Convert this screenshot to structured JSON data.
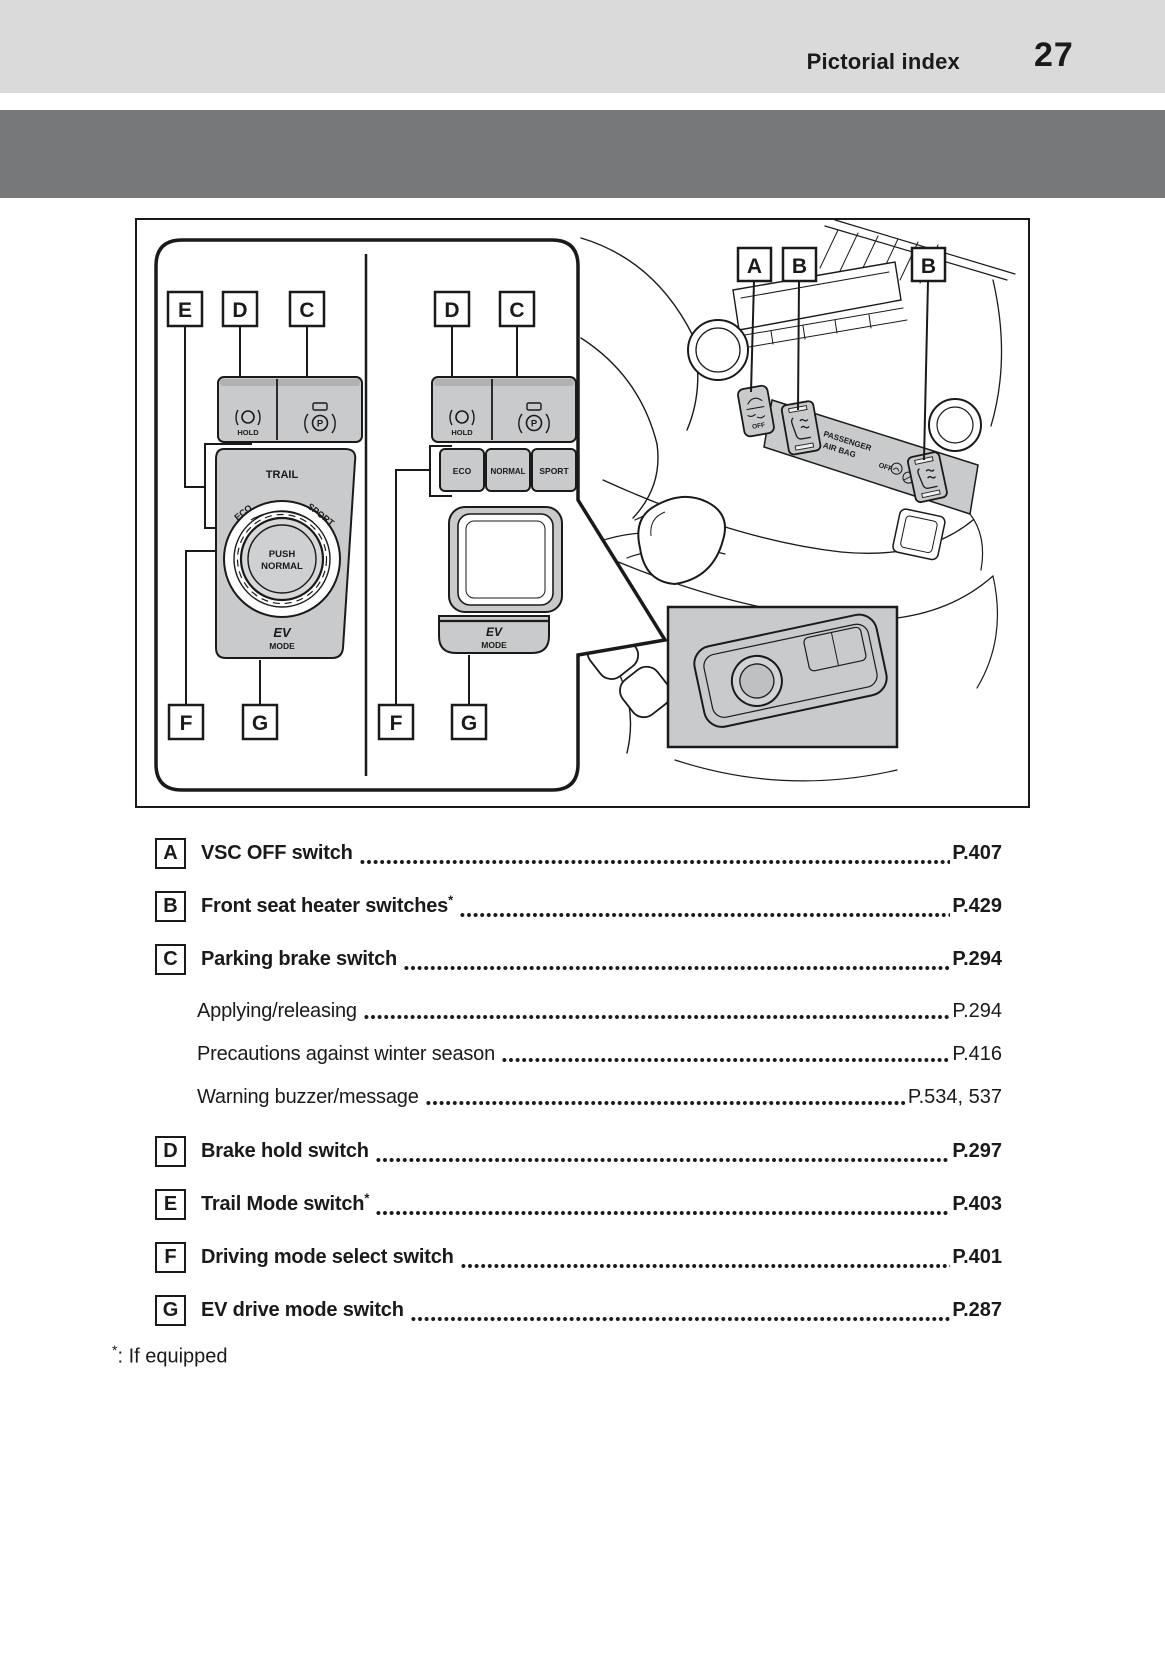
{
  "header": {
    "title": "Pictorial index",
    "page_number": "27"
  },
  "diagram": {
    "letters": {
      "A": "A",
      "B": "B",
      "C": "C",
      "D": "D",
      "E": "E",
      "F": "F",
      "G": "G"
    },
    "texts": {
      "hold": "HOLD",
      "trail": "TRAIL",
      "eco": "ECO",
      "normal": "NORMAL",
      "sport": "SPORT",
      "push": "PUSH",
      "push2": "NORMAL",
      "ev": "EV",
      "mode": "MODE",
      "p": "P",
      "passenger": "PASSENGER",
      "air_bag": "AIR BAG",
      "off": "OFF"
    }
  },
  "index": {
    "entries": [
      {
        "letter": "A",
        "label": "VSC OFF switch",
        "page": "P.407"
      },
      {
        "letter": "B",
        "label": "Front seat heater switches",
        "star": "*",
        "page": "P.429"
      },
      {
        "letter": "C",
        "label": "Parking brake switch",
        "page": "P.294"
      },
      {
        "letter": "D",
        "label": "Brake hold switch",
        "page": "P.297"
      },
      {
        "letter": "E",
        "label": "Trail Mode switch",
        "star": "*",
        "page": "P.403"
      },
      {
        "letter": "F",
        "label": "Driving mode select switch",
        "page": "P.401"
      },
      {
        "letter": "G",
        "label": "EV drive mode switch",
        "page": "P.287"
      }
    ],
    "subentries": [
      {
        "label": "Applying/releasing",
        "page": "P.294"
      },
      {
        "label": "Precautions against winter season",
        "page": "P.416"
      },
      {
        "label": "Warning buzzer/message",
        "page": "P.534, 537"
      }
    ]
  },
  "footnote": {
    "symbol": "*",
    "text": ": If equipped"
  }
}
